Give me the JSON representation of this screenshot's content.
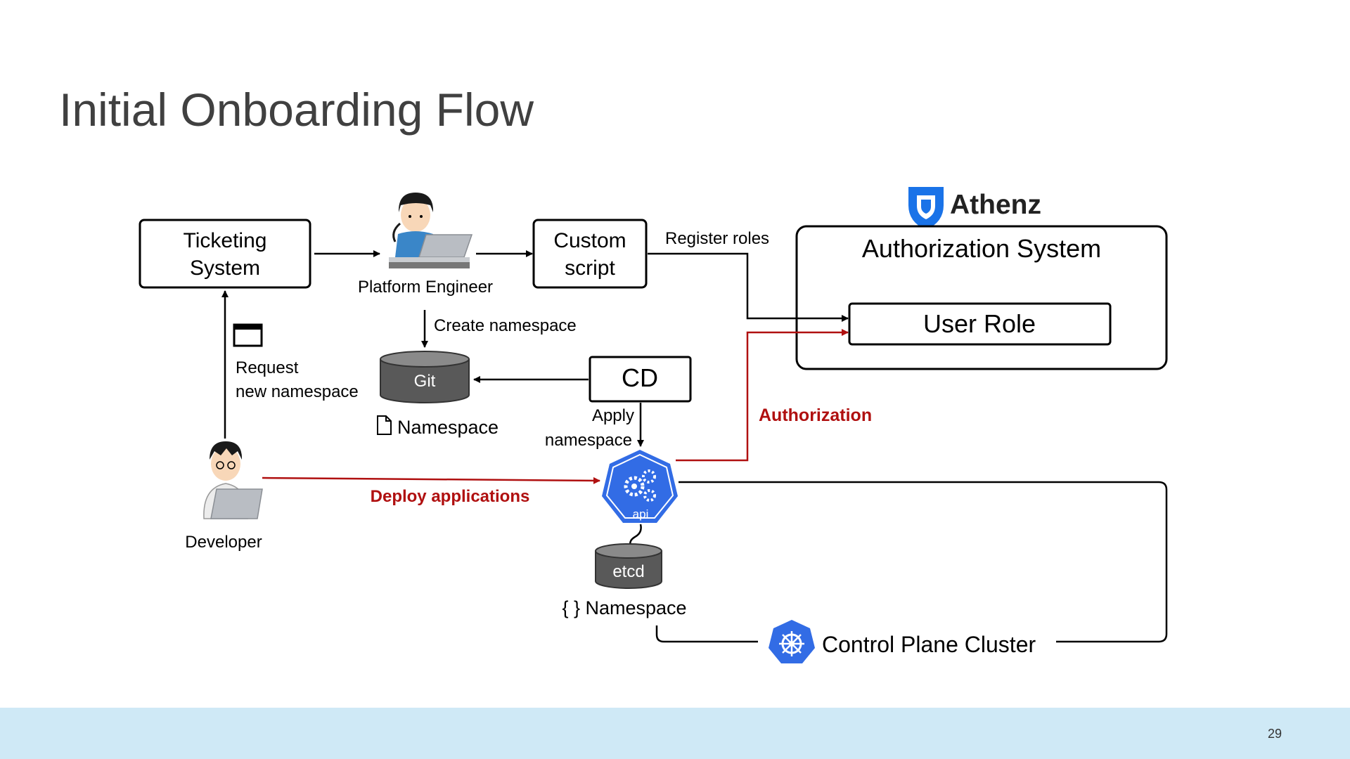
{
  "title": "Initial Onboarding Flow",
  "page_number": "29",
  "nodes": {
    "ticketing": [
      "Ticketing",
      "System"
    ],
    "custom_script": [
      "Custom",
      "script"
    ],
    "cd": "CD",
    "git": "Git",
    "etcd": "etcd",
    "auth_system": "Authorization System",
    "user_role": "User Role",
    "api": "api"
  },
  "actors": {
    "platform_engineer": "Platform Engineer",
    "developer": "Developer"
  },
  "labels": {
    "register_roles": "Register roles",
    "create_namespace": "Create namespace",
    "request": [
      "Request",
      "new namespace"
    ],
    "namespace_file": "Namespace",
    "apply": [
      "Apply",
      "namespace"
    ],
    "authorization": "Authorization",
    "deploy": "Deploy applications",
    "etcd_namespace": "{ } Namespace",
    "control_plane": "Control Plane Cluster"
  },
  "brand": {
    "athenz": "Athenz"
  },
  "colors": {
    "red": "#b01010",
    "k8s_blue": "#326ce5",
    "athenz_blue": "#1a73e8",
    "cyl": "#595959"
  }
}
